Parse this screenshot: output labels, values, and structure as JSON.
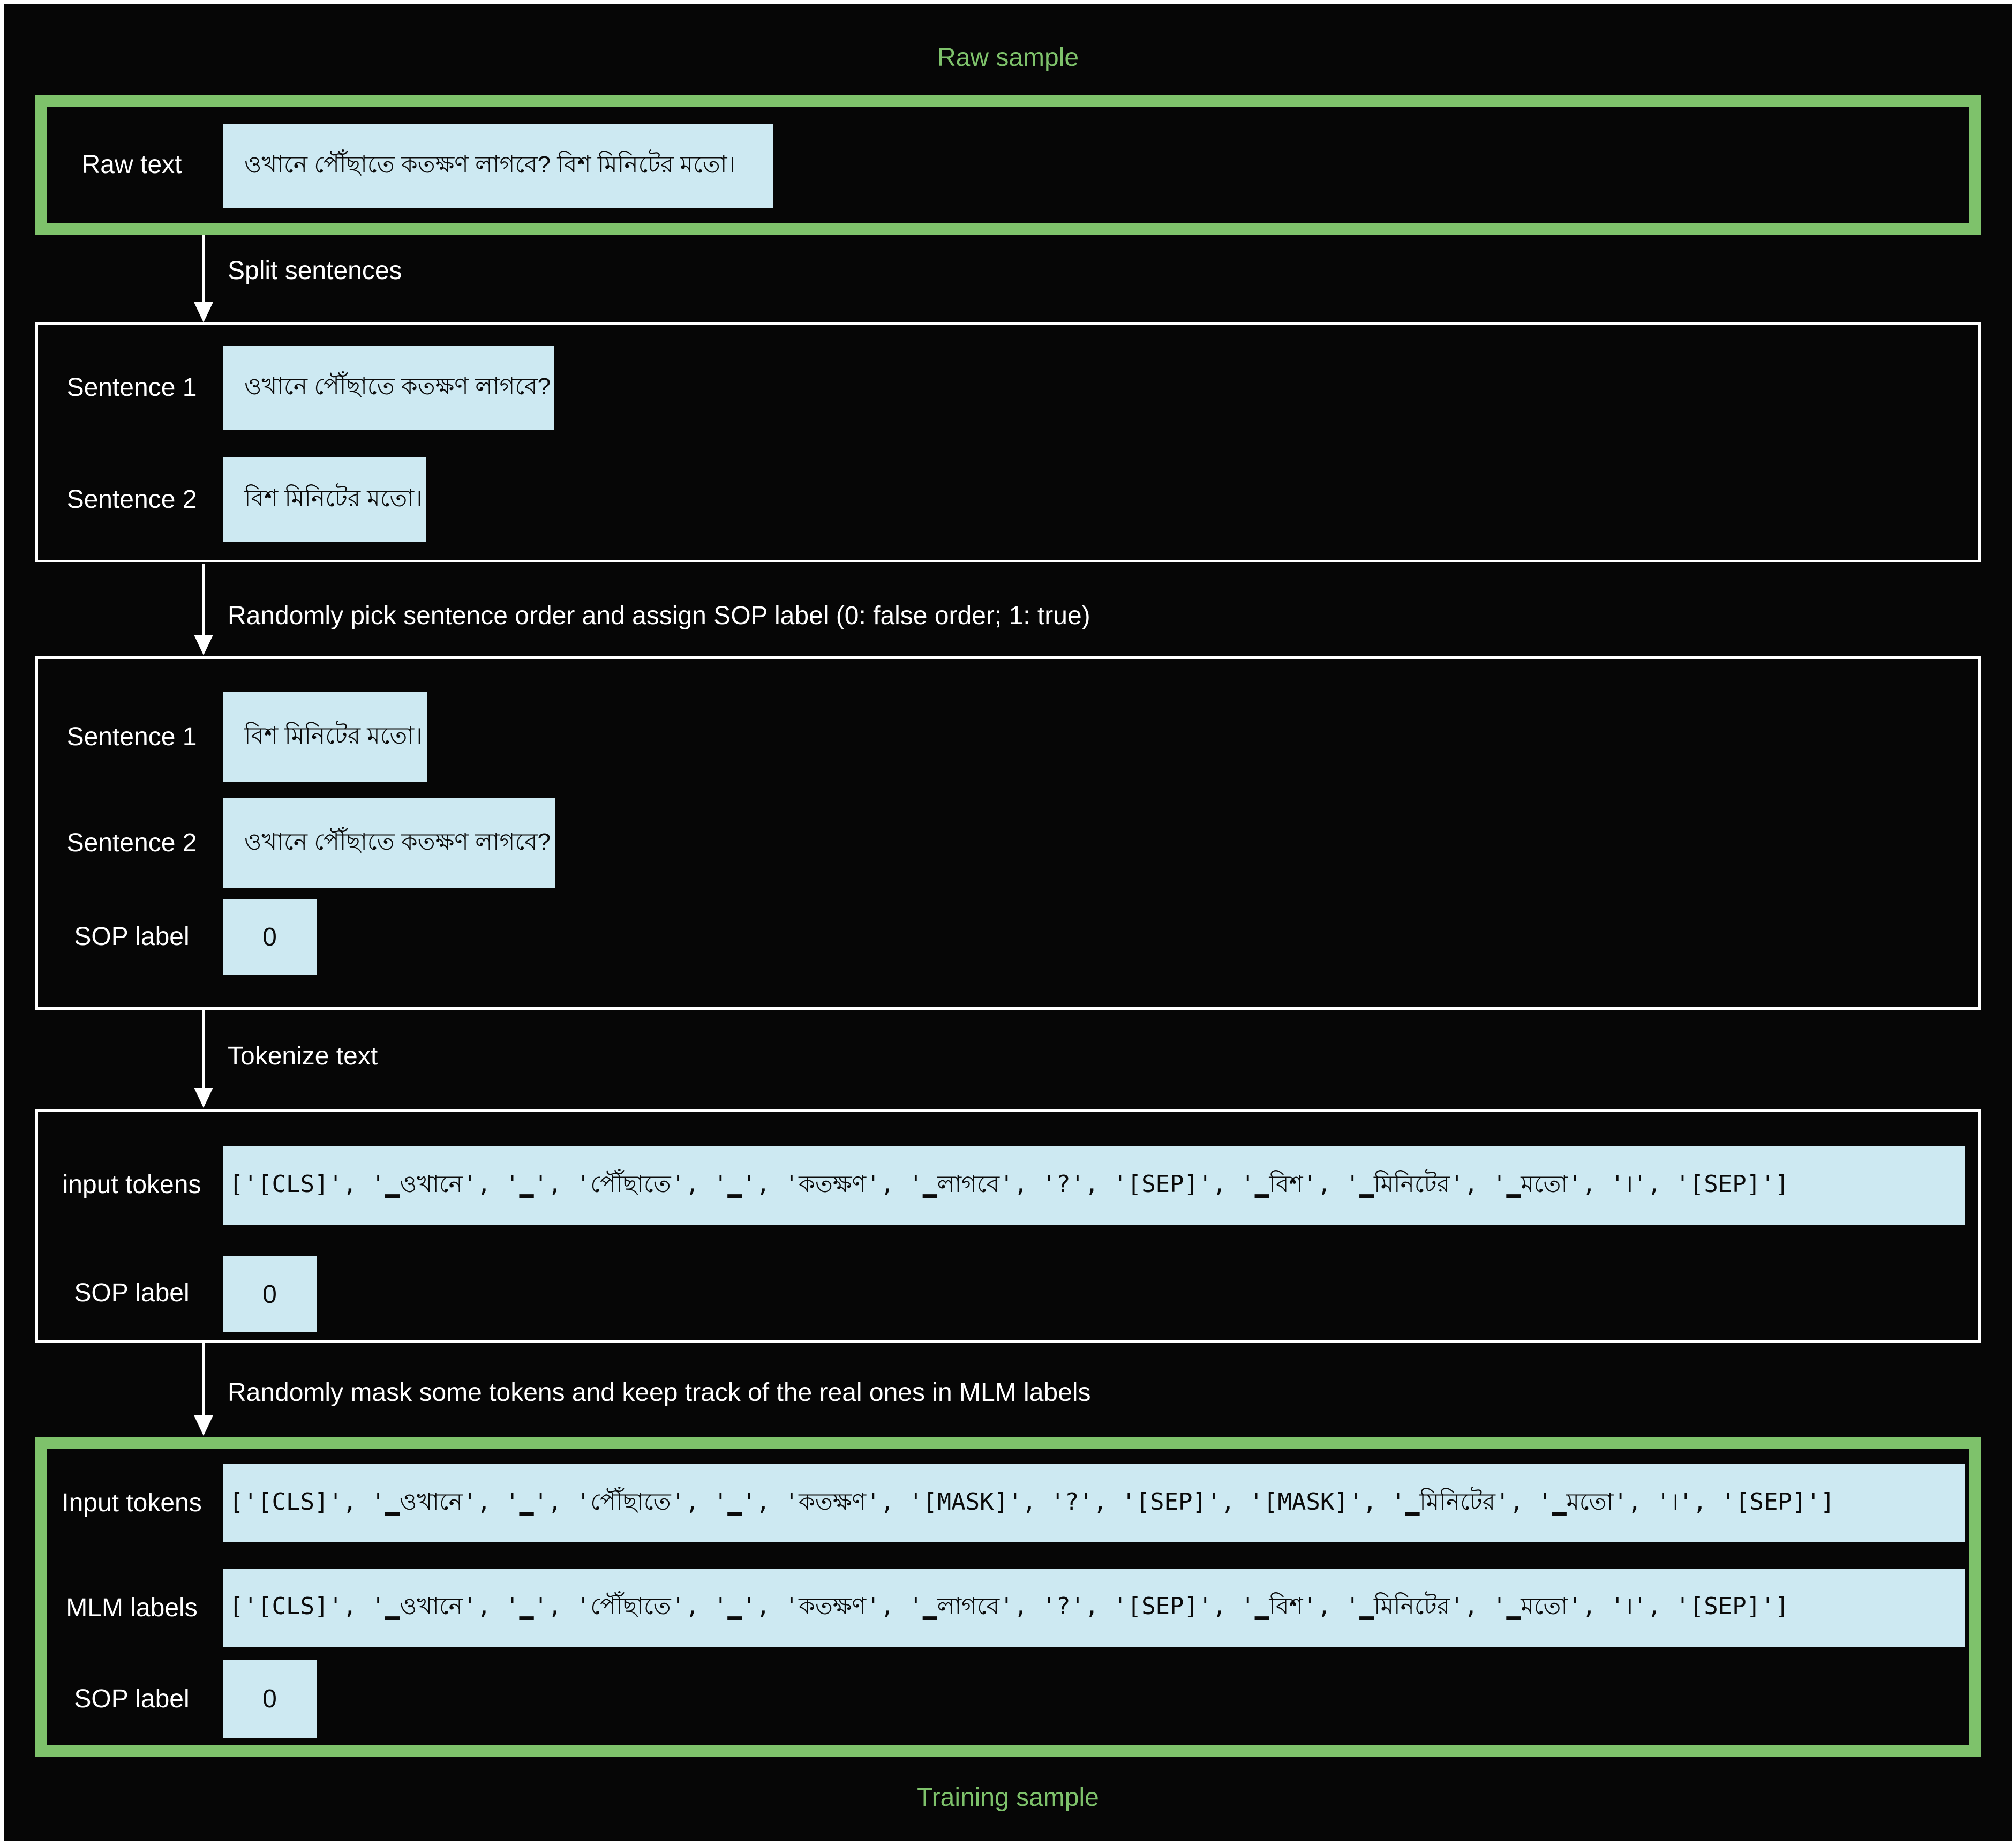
{
  "titles": {
    "top": "Raw sample",
    "bottom": "Training sample"
  },
  "colors": {
    "background": "#060606",
    "accent_green": "#7ec26b",
    "value_box_blue": "#cde9f2",
    "border_white": "#ffffff"
  },
  "flow_labels": {
    "step1": "Split sentences",
    "step2": "Randomly pick sentence order and assign SOP label (0: false order; 1: true)",
    "step3": "Tokenize text",
    "step4": "Randomly mask some tokens and keep track of the real ones in MLM labels"
  },
  "raw_sample": {
    "label": "Raw text",
    "text": "ওখানে পৌঁছাতে কতক্ষণ লাগবে? বিশ মিনিটের মতো।"
  },
  "split_sentences": {
    "sentence1": {
      "label": "Sentence 1",
      "text": "ওখানে পৌঁছাতে কতক্ষণ লাগবে?"
    },
    "sentence2": {
      "label": "Sentence 2",
      "text": "বিশ মিনিটের মতো।"
    }
  },
  "ordered_sentences": {
    "sentence1": {
      "label": "Sentence 1",
      "text": "বিশ মিনিটের মতো।"
    },
    "sentence2": {
      "label": "Sentence 2",
      "text": "ওখানে পৌঁছাতে কতক্ষণ লাগবে?"
    },
    "sop": {
      "label": "SOP label",
      "value": "0"
    }
  },
  "tokenized": {
    "tokens_label": "input tokens",
    "tokens": "['[CLS]', '▁ওখানে', '▁', 'পৌঁছাতে', '▁', 'কতক্ষণ', '▁লাগবে', '?', '[SEP]', '▁বিশ', '▁মিনিটের', '▁মতো', '।', '[SEP]']",
    "sop": {
      "label": "SOP label",
      "value": "0"
    }
  },
  "training_sample": {
    "input_tokens_label": "Input tokens",
    "input_tokens": "['[CLS]', '▁ওখানে', '▁', 'পৌঁছাতে', '▁', 'কতক্ষণ', '[MASK]', '?', '[SEP]', '[MASK]', '▁মিনিটের', '▁মতো', '।', '[SEP]']",
    "mlm_labels_label": "MLM labels",
    "mlm_labels": "['[CLS]', '▁ওখানে', '▁', 'পৌঁছাতে', '▁', 'কতক্ষণ', '▁লাগবে', '?', '[SEP]', '▁বিশ', '▁মিনিটের', '▁মতো', '।', '[SEP]']",
    "sop": {
      "label": "SOP label",
      "value": "0"
    }
  }
}
